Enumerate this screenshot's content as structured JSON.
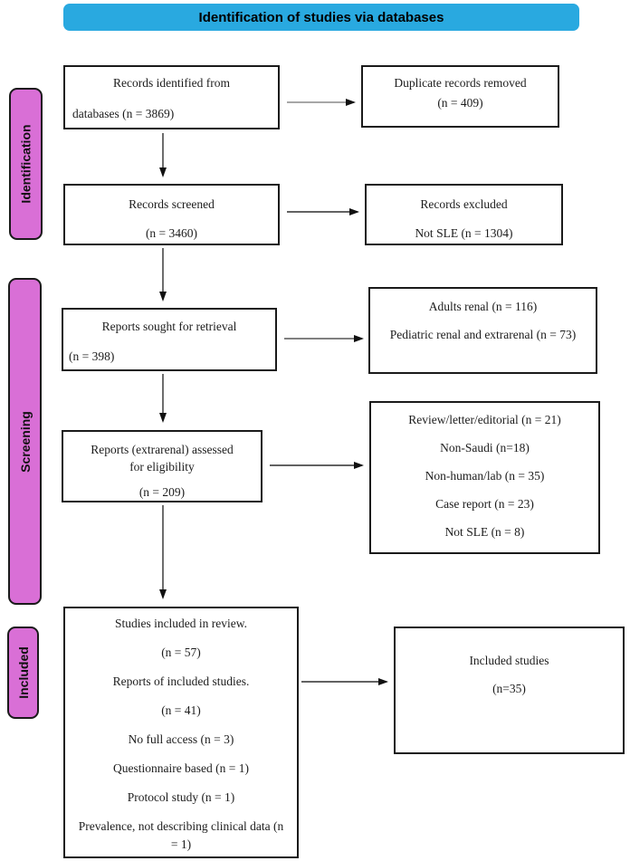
{
  "header": {
    "label": "Identification of studies via databases"
  },
  "colors": {
    "header_bg": "#29A9E0",
    "stage_bg": "#D96FD6"
  },
  "stages": {
    "identification": "Identification",
    "screening": "Screening",
    "included": "Included"
  },
  "boxes": {
    "records_identified": {
      "line1": "Records identified from",
      "line2": "databases (n = 3869)"
    },
    "duplicates_removed": {
      "line1": "Duplicate records removed",
      "line2": "(n = 409)"
    },
    "records_screened": {
      "line1": "Records screened",
      "line2": "(n = 3460)"
    },
    "records_excluded": {
      "line1": "Records excluded",
      "line2": "Not SLE  (n = 1304)"
    },
    "reports_sought": {
      "line1": "Reports sought for retrieval",
      "line2": "(n = 398)"
    },
    "retrieval_not_obtained": {
      "line1": "Adults renal (n = 116)",
      "line2": "Pediatric renal and extrarenal (n = 73)"
    },
    "reports_assessed": {
      "line1": "Reports (extrarenal) assessed for eligibility",
      "line2": "(n = 209)"
    },
    "reports_excluded": {
      "items": [
        "Review/letter/editorial (n = 21)",
        "Non-Saudi (n=18)",
        "Non-human/lab (n = 35)",
        "Case report (n = 23)",
        "Not SLE (n = 8)"
      ]
    },
    "studies_included": {
      "items": [
        "Studies included in review.",
        "(n = 57)",
        "Reports of included studies.",
        "(n = 41)",
        "No full access (n = 3)",
        "Questionnaire based (n = 1)",
        "Protocol study (n = 1)",
        "Prevalence, not describing clinical data (n = 1)"
      ]
    },
    "included_studies": {
      "line1": "Included studies",
      "line2": "(n=35)"
    }
  }
}
